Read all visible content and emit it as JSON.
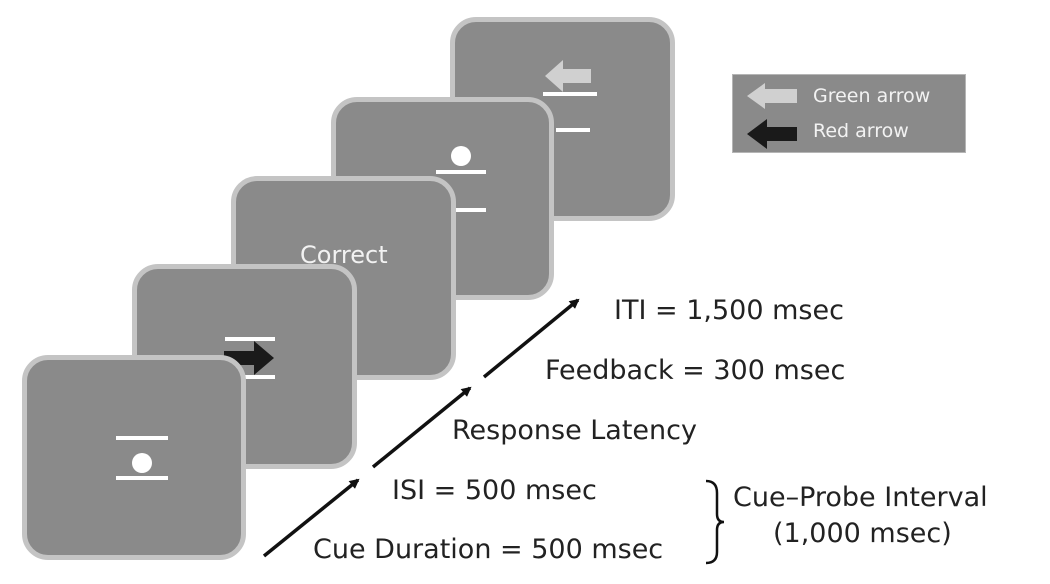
{
  "legend": {
    "green_label": "Green arrow",
    "red_label": "Red arrow",
    "colors": {
      "green_arrow": "#d0d0d0",
      "red_arrow": "#1a1a1a"
    }
  },
  "screens": {
    "feedback_text": "Correct"
  },
  "timeline": {
    "iti": "ITI = 1,500 msec",
    "feedback": "Feedback = 300 msec",
    "response": "Response Latency",
    "isi": "ISI = 500 msec",
    "cue_duration": "Cue Duration = 500 msec",
    "interval_label": "Cue–Probe Interval",
    "interval_value": "(1,000 msec)"
  }
}
